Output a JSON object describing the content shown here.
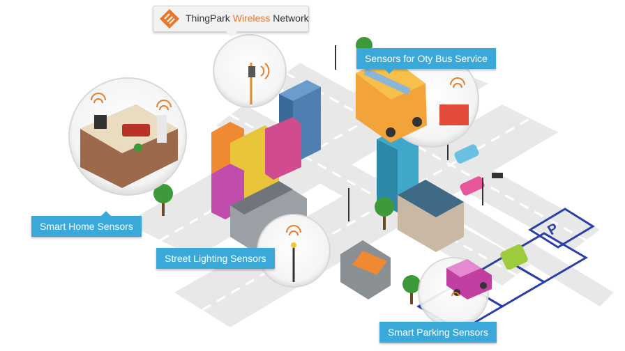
{
  "brand": {
    "name_prefix": "ThingPark",
    "name_highlight": "Wireless",
    "name_suffix": "Network",
    "logo_icon": "thingpark-diamond-logo-icon"
  },
  "callouts": {
    "smart_home": "Smart Home Sensors",
    "street_lighting": "Street Lighting Sensors",
    "bus_service": "Sensors for Oty Bus Service",
    "smart_parking": "Smart Parking Sensors"
  },
  "parking_sign": "P",
  "colors": {
    "callout_blue": "#3aa8d8",
    "brand_orange": "#e8772e",
    "road_gray": "#e6e6e6",
    "parking_blue": "#2a3fa8"
  }
}
